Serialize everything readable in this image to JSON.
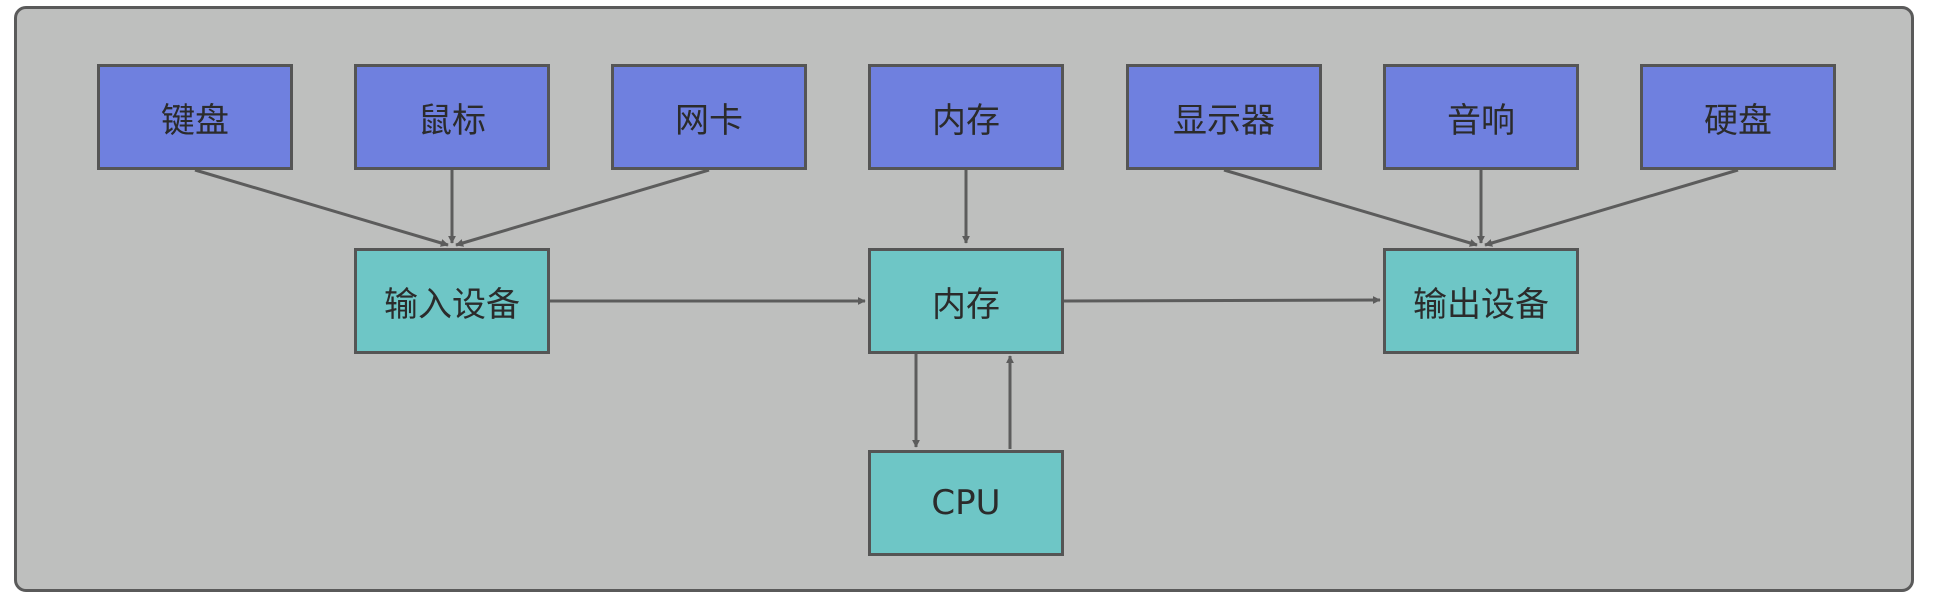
{
  "colors": {
    "panel_bg": "#bebfbe",
    "border": "#5a5a5a",
    "device_fill": "#6f80df",
    "core_fill": "#6ec6c6",
    "arrow": "#5c5c5c"
  },
  "devices": {
    "keyboard": "键盘",
    "mouse": "鼠标",
    "nic": "网卡",
    "memory": "内存",
    "display": "显示器",
    "speaker": "音响",
    "disk": "硬盘"
  },
  "core": {
    "input": "输入设备",
    "memory": "内存",
    "output": "输出设备",
    "cpu": "CPU"
  }
}
